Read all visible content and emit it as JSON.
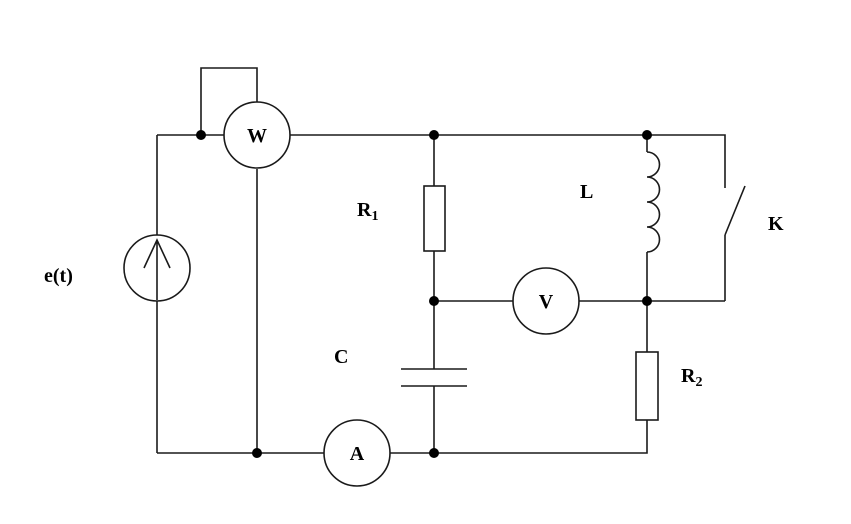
{
  "labels": {
    "source": "e(t)",
    "wattmeter": "W",
    "voltmeter": "V",
    "ammeter": "A",
    "r1": "R",
    "r1_sub": "1",
    "r2": "R",
    "r2_sub": "2",
    "inductor": "L",
    "capacitor": "C",
    "switch": "K"
  }
}
